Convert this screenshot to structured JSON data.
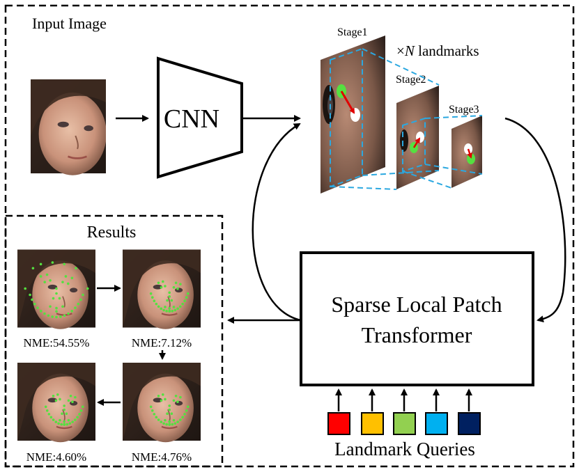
{
  "labels": {
    "input_image": "Input Image",
    "cnn": "CNN",
    "stage1": "Stage1",
    "stage2": "Stage2",
    "stage3": "Stage3",
    "landmarks_prefix": "×",
    "landmarks_var": "N",
    "landmarks_suffix": " landmarks",
    "results": "Results",
    "transformer_line1": "Sparse Local Patch",
    "transformer_line2": "Transformer",
    "landmark_queries": "Landmark Queries"
  },
  "results": [
    {
      "nme": "NME:54.55%"
    },
    {
      "nme": "NME:7.12%"
    },
    {
      "nme": "NME:4.60%"
    },
    {
      "nme": "NME:4.76%"
    }
  ],
  "queries": [
    {
      "color": "#ff0000"
    },
    {
      "color": "#ffc000"
    },
    {
      "color": "#92d050"
    },
    {
      "color": "#00b0f0"
    },
    {
      "color": "#002060"
    }
  ],
  "colors": {
    "dashed_blue": "#2ba8e0",
    "landmark_green": "#55e040",
    "arrow_red": "#e00000"
  }
}
